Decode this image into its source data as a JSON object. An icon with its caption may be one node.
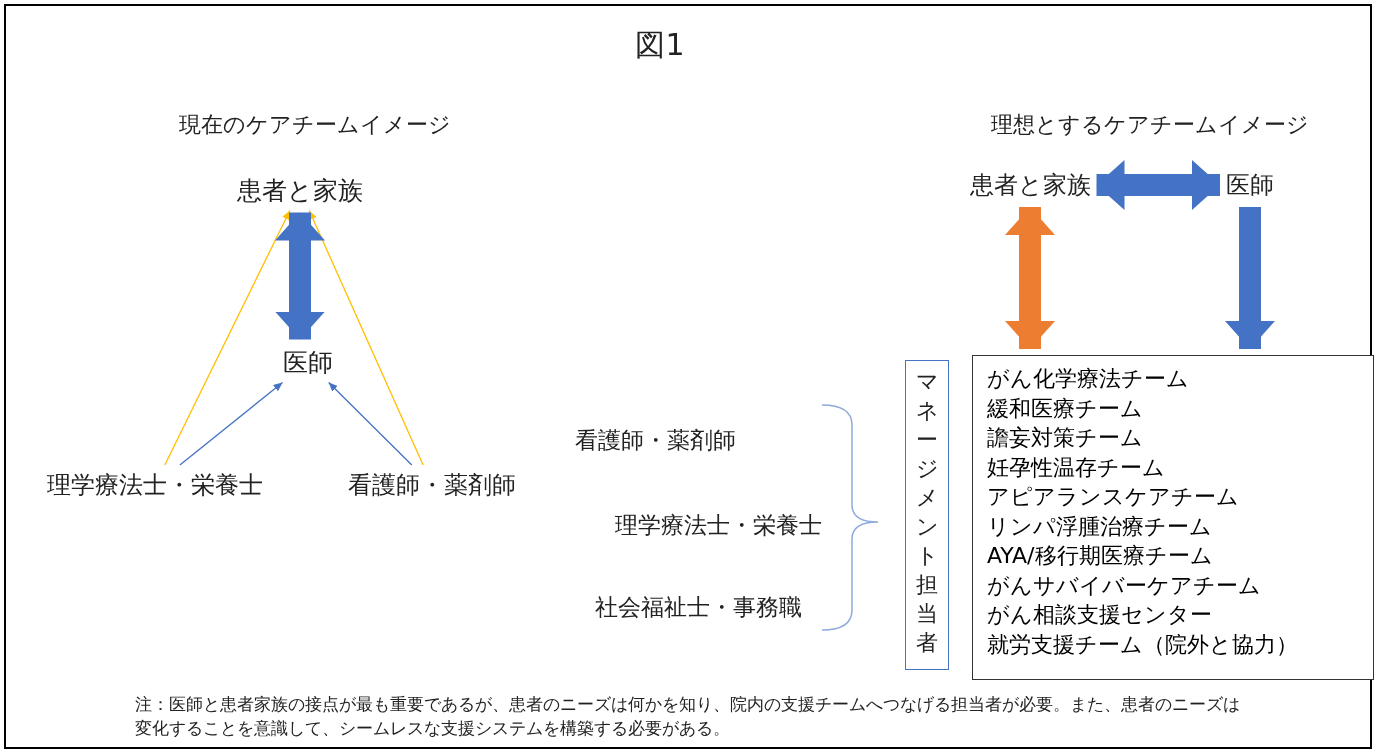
{
  "diagram": {
    "title": "図1",
    "caption": "注：医師と患者家族の接点が最も重要であるが、患者のニーズは何かを知り、院内の支援チームへつなげる担当者が必要。また、患者のニーズは変化することを意識して、シームレスな支援システムを構築する必要がある。",
    "nodes": [
      {
        "text": [
          "患者と家族"
        ]
      },
      {
        "text": [
          "医師"
        ]
      },
      {
        "text": [
          "理学療法士・栄養士"
        ]
      },
      {
        "text": [
          "看護師・薬剤師"
        ]
      },
      {
        "text": [
          "患者と家族"
        ]
      },
      {
        "text": [
          "医師"
        ]
      },
      {
        "text": [
          "マネージメント担当者"
        ]
      },
      {
        "text": [
          "がん化学療法チーム",
          "緩和医療チーム",
          "譫妄対策チーム",
          "妊孕性温存チーム",
          "アピアランスケアチーム",
          "リンパ浮腫治療チーム",
          "AYA/移行期医療チーム",
          "がんサバイバーケアチーム",
          "がん相談支援センター",
          "就労支援チーム（院外と協力）"
        ]
      },
      {
        "text": [
          "看護師・薬剤師"
        ]
      },
      {
        "text": [
          "理学療法士・栄養士"
        ]
      },
      {
        "text": [
          "社会福祉士・事務職"
        ]
      }
    ],
    "edges": [
      {
        "from": 2,
        "to": 0,
        "arrow": "to",
        "color": "#ffc000"
      },
      {
        "from": 3,
        "to": 0,
        "arrow": "to",
        "color": "#ffc000"
      },
      {
        "from": 0,
        "to": 1,
        "arrow": "both",
        "style": "thick"
      },
      {
        "from": 2,
        "to": 1,
        "arrow": "to"
      },
      {
        "from": 3,
        "to": 1,
        "arrow": "to"
      },
      {
        "from": 4,
        "to": 5,
        "arrow": "both",
        "style": "thick"
      },
      {
        "from": 4,
        "to": 7,
        "arrow": "both",
        "style": "thick",
        "color": "#ed7d31"
      },
      {
        "from": 5,
        "to": 7,
        "arrow": "to",
        "style": "thick"
      }
    ],
    "labels": [
      "現在のケアチームイメージ",
      "理想とするケアチームイメージ"
    ]
  }
}
